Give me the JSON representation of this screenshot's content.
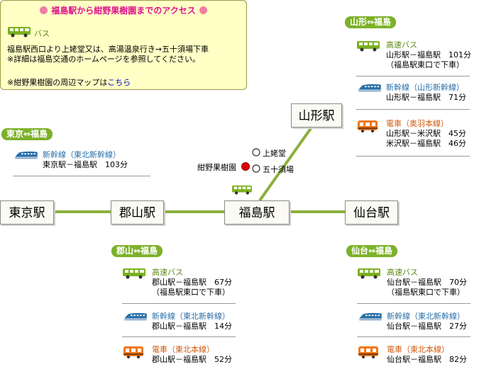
{
  "info": {
    "title": "福島駅から紺野果樹園までのアクセス",
    "bus_label": "バス",
    "line1": "福島駅西口より上姥堂又は、高湯温泉行き→五十須場下車",
    "line2": "※詳細は福島交通のホームページを参照してください。",
    "line3_prefix": "※紺野果樹園の周辺マップは",
    "line3_link": "こちら"
  },
  "stations": {
    "tokyo": "東京駅",
    "koriyama": "郡山駅",
    "fukushima": "福島駅",
    "sendai": "仙台駅",
    "yamagata": "山形駅"
  },
  "map": {
    "stop_upper": "上姥堂",
    "stop_lower": "五十須場",
    "orchard": "紺野果樹園"
  },
  "sections": {
    "tokyo": {
      "header": "東京⇔福島",
      "items": [
        {
          "icon": "shinkansen-icon",
          "title": "新幹線（東北新幹線）",
          "lines": [
            "東京駅－福島駅　103分"
          ]
        }
      ]
    },
    "yamagata": {
      "header": "山形⇔福島",
      "items": [
        {
          "icon": "bus-icon",
          "title": "高速バス",
          "lines": [
            "山形駅－福島駅　101分",
            "（福島駅東口で下車）"
          ]
        },
        {
          "icon": "shinkansen-icon",
          "title": "新幹線（山形新幹線）",
          "lines": [
            "山形駅－福島駅　71分"
          ]
        },
        {
          "icon": "train-icon",
          "title": "電車（奥羽本線）",
          "lines": [
            "山形駅－米沢駅　45分",
            "米沢駅－福島駅　46分"
          ]
        }
      ]
    },
    "koriyama": {
      "header": "郡山⇔福島",
      "items": [
        {
          "icon": "bus-icon",
          "title": "高速バス",
          "lines": [
            "郡山駅－福島駅　67分",
            "（福島駅東口で下車）"
          ]
        },
        {
          "icon": "shinkansen-icon",
          "title": "新幹線（東北新幹線）",
          "lines": [
            "郡山駅－福島駅　14分"
          ]
        },
        {
          "icon": "train-icon",
          "title": "電車（東北本線）",
          "lines": [
            "郡山駅－福島駅　52分"
          ]
        }
      ]
    },
    "sendai": {
      "header": "仙台⇔福島",
      "items": [
        {
          "icon": "bus-icon",
          "title": "高速バス",
          "lines": [
            "仙台駅－福島駅　70分",
            "（福島駅東口で下車）"
          ]
        },
        {
          "icon": "shinkansen-icon",
          "title": "新幹線（東北新幹線）",
          "lines": [
            "仙台駅－福島駅　27分"
          ]
        },
        {
          "icon": "train-icon",
          "title": "電車（東北本線）",
          "lines": [
            "仙台駅－福島駅　82分"
          ]
        }
      ]
    }
  },
  "colors": {
    "line_green": "#8cb03c",
    "header_green": "#7db12a",
    "title_pink": "#e0148c",
    "info_bg": "#ffffc6",
    "station_bg": "#fbfbf3",
    "orchard_red": "#e00000"
  }
}
